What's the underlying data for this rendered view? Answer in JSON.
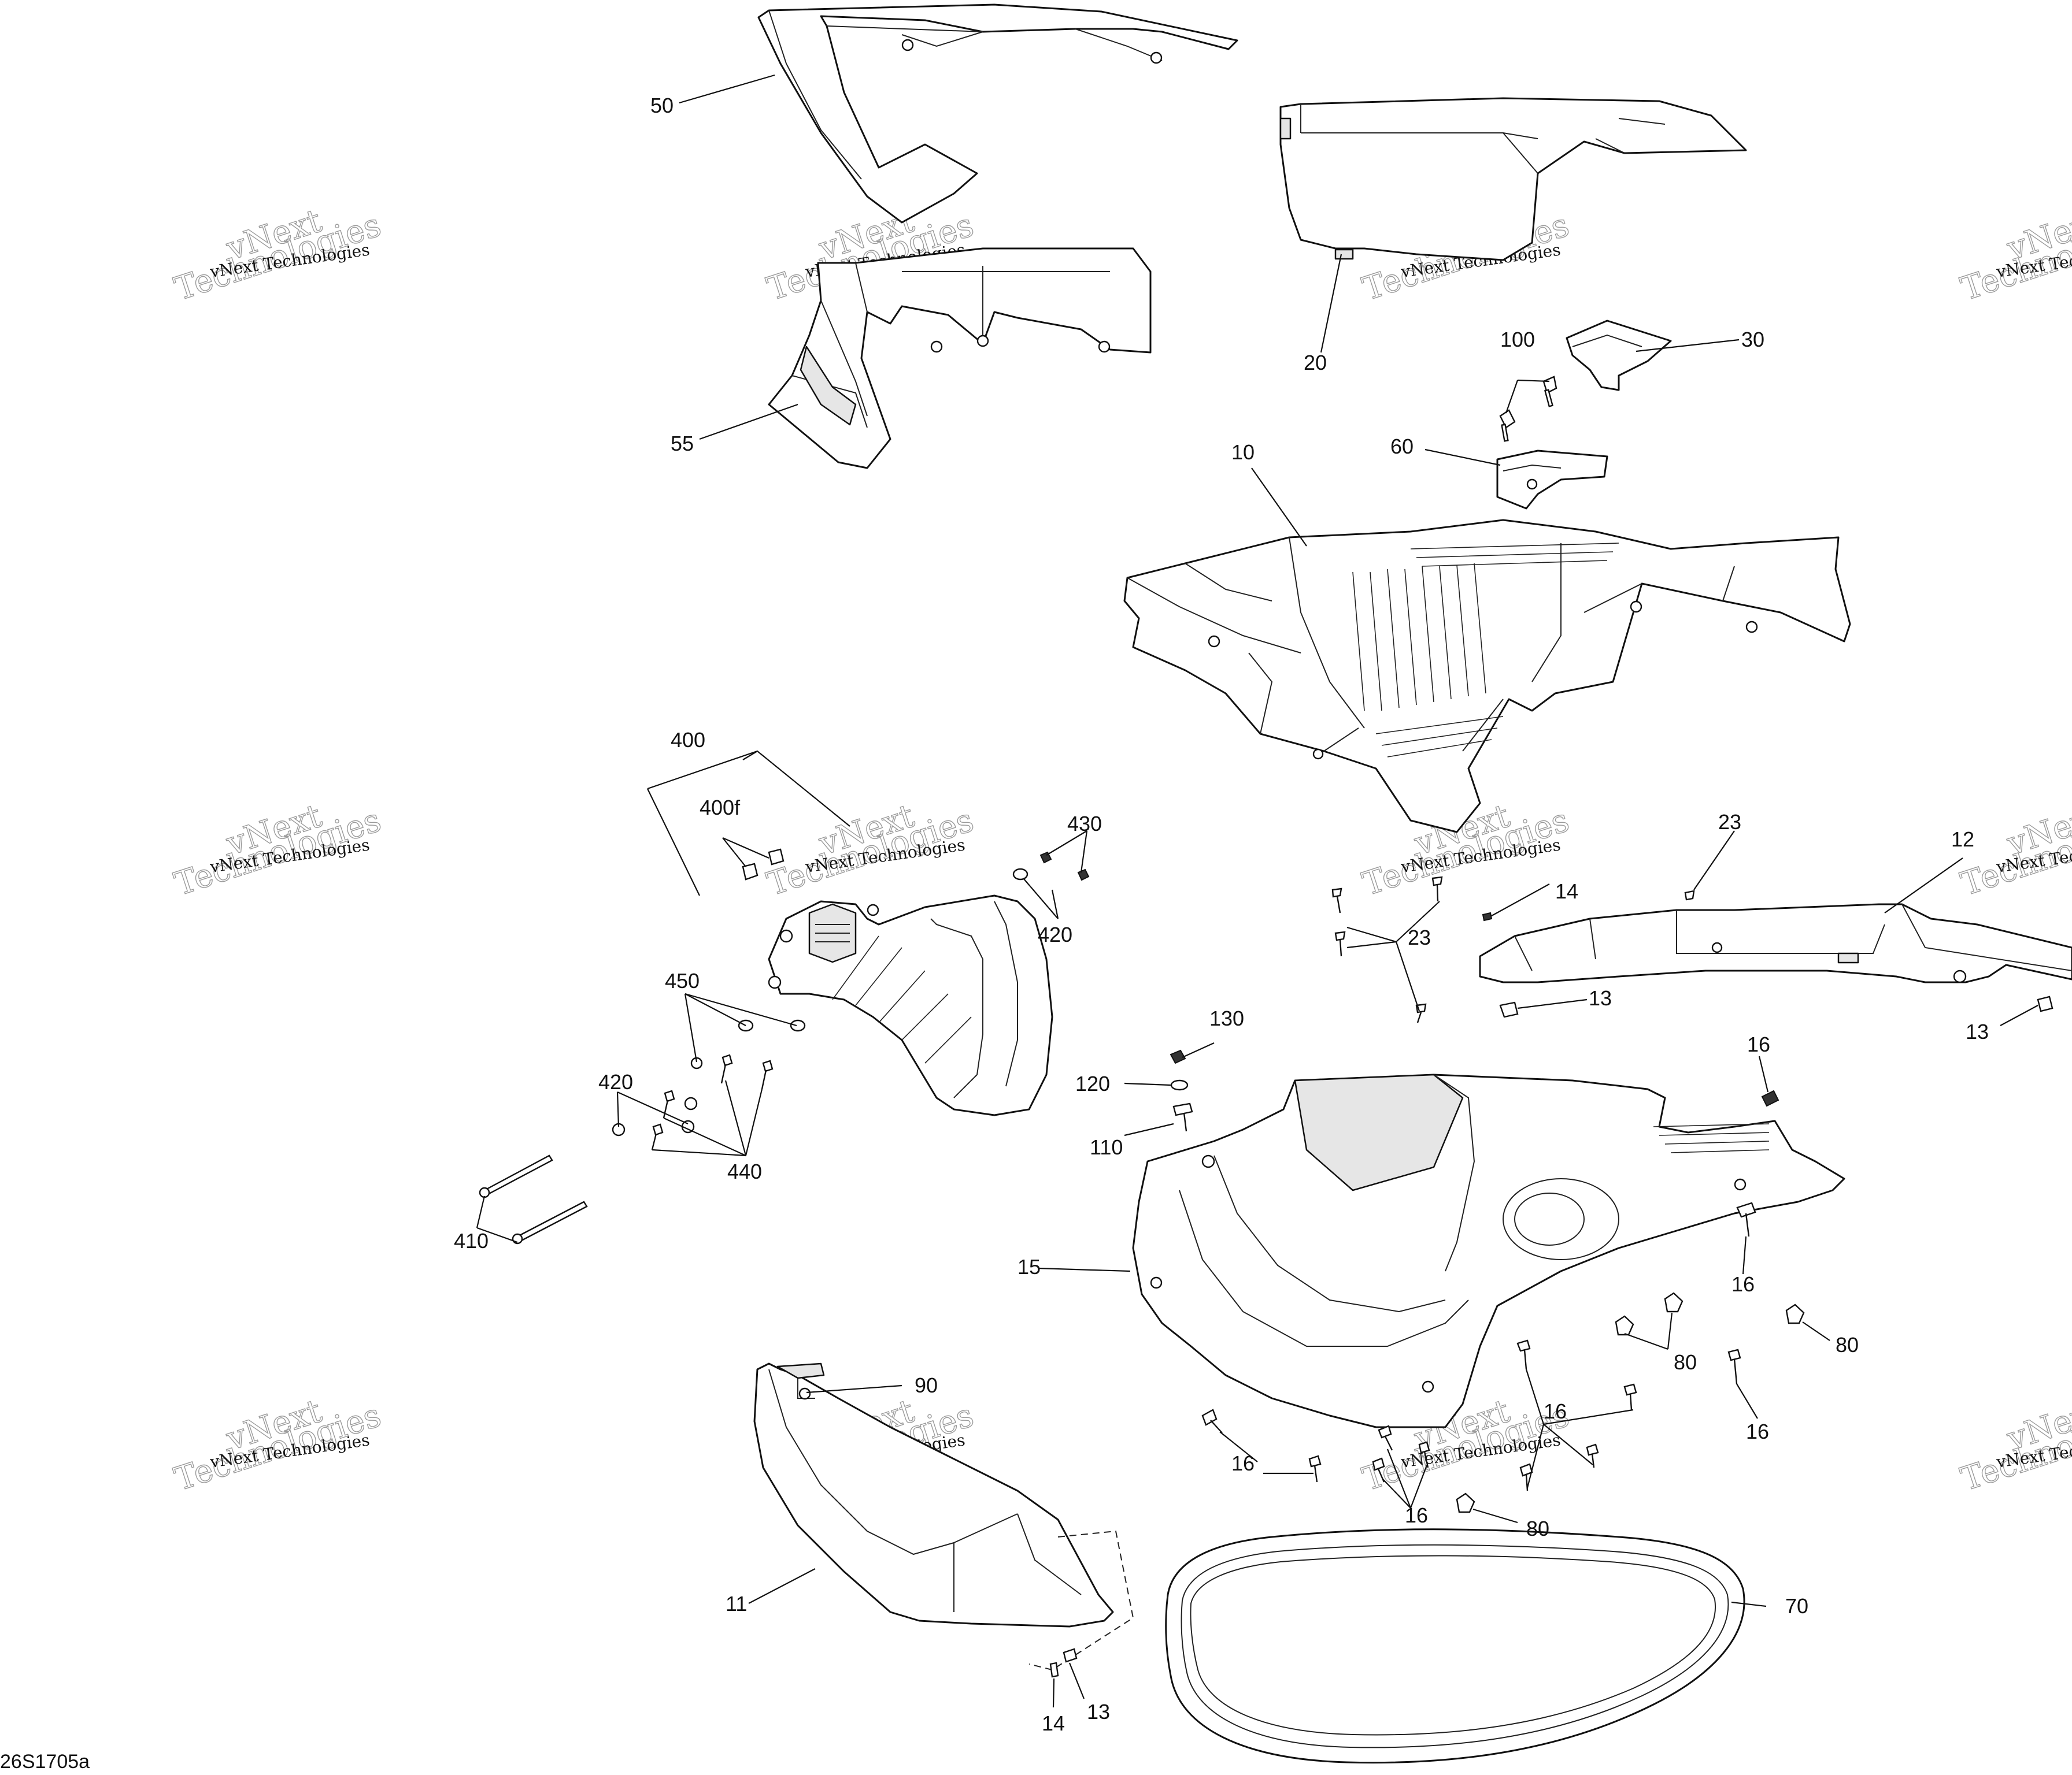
{
  "figure_code": "26S1705a",
  "watermark": {
    "text_small": "vNext Technologies",
    "text_big_line1": "vNext",
    "text_big_line2": "Technologies"
  },
  "callouts": {
    "c50": "50",
    "c55": "55",
    "c20": "20",
    "c100": "100",
    "c30": "30",
    "c60": "60",
    "c10": "10",
    "c400": "400",
    "c400f": "400f",
    "c430": "430",
    "c420a": "420",
    "c450": "450",
    "c420b": "420",
    "c440": "440",
    "c410": "410",
    "c23a": "23",
    "c14a": "14",
    "c23b": "23",
    "c12": "12",
    "c13a": "13",
    "c13b": "13",
    "c130": "130",
    "c120": "120",
    "c110": "110",
    "c16a": "16",
    "c16b": "16",
    "c15": "15",
    "c80a": "80",
    "c80b": "80",
    "c16c": "16",
    "c16d": "16",
    "c16e": "16",
    "c16f": "16",
    "c80c": "80",
    "c90": "90",
    "c11": "11",
    "c70": "70",
    "c14b": "14",
    "c13c": "13"
  }
}
